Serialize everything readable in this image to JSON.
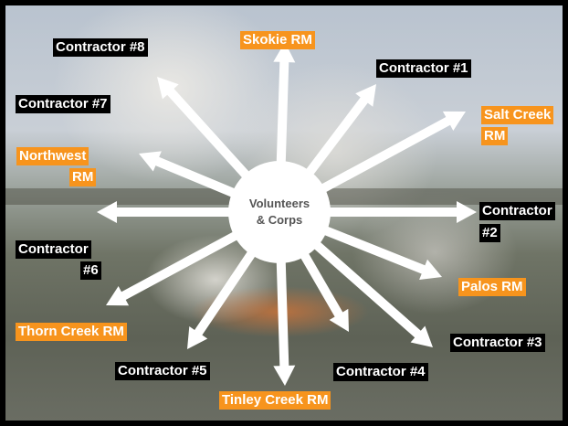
{
  "center": {
    "line1": "Volunteers",
    "line2": "& Corps"
  },
  "labels": {
    "contractor_8": "Contractor #8",
    "skokie": "Skokie RM",
    "contractor_1": "Contractor #1",
    "contractor_7": "Contractor #7",
    "salt_creek_1": "Salt Creek",
    "salt_creek_2": "RM",
    "northwest_1": "Northwest",
    "northwest_2": "RM",
    "contractor_2_1": "Contractor",
    "contractor_2_2": "#2",
    "contractor_6_1": "Contractor",
    "contractor_6_2": "#6",
    "palos": "Palos RM",
    "thorn_creek": "Thorn Creek RM",
    "contractor_3": "Contractor #3",
    "contractor_5": "Contractor #5",
    "contractor_4": "Contractor #4",
    "tinley_creek": "Tinley Creek RM"
  },
  "colors": {
    "label_black": "#000000",
    "label_orange": "#f7941d",
    "arrow": "#ffffff",
    "center_text": "#555555"
  }
}
